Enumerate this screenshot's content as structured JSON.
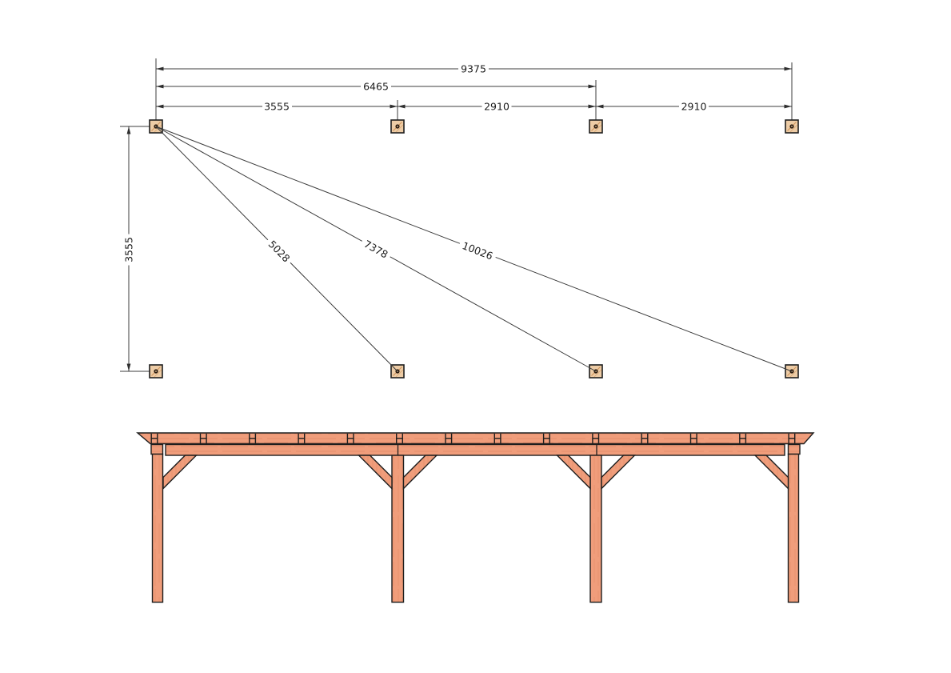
{
  "drawing": {
    "type": "pergola foundation plan and front elevation",
    "colors": {
      "background": "#ffffff",
      "wood_fill": "#f09d7b",
      "wood_grain": "#e28b68",
      "outline": "#1e1e1e",
      "pad_fill": "#edcca6",
      "pad_grain": "#cf9257",
      "bolt": "#2c1c10",
      "dimension_line": "#3c3c3c",
      "text": "#1c1c1c"
    },
    "plan": {
      "horizontal_dims": {
        "total_width": "9375",
        "left_to_post3": "6465",
        "bay_1": "3555",
        "bay_2": "2910",
        "bay_3": "2910"
      },
      "vertical_dims": {
        "depth": "3555"
      },
      "diagonal_dims": {
        "diag_to_post2": "5028",
        "diag_to_post3": "7378",
        "diag_to_post4": "10026"
      },
      "foundation_pads": {
        "rows": 2,
        "columns": 4,
        "count": 8
      }
    },
    "elevation": {
      "post_count": 4,
      "brace_count": 6,
      "rafter_tail_count": 14,
      "beam_joint_count": 2
    }
  }
}
